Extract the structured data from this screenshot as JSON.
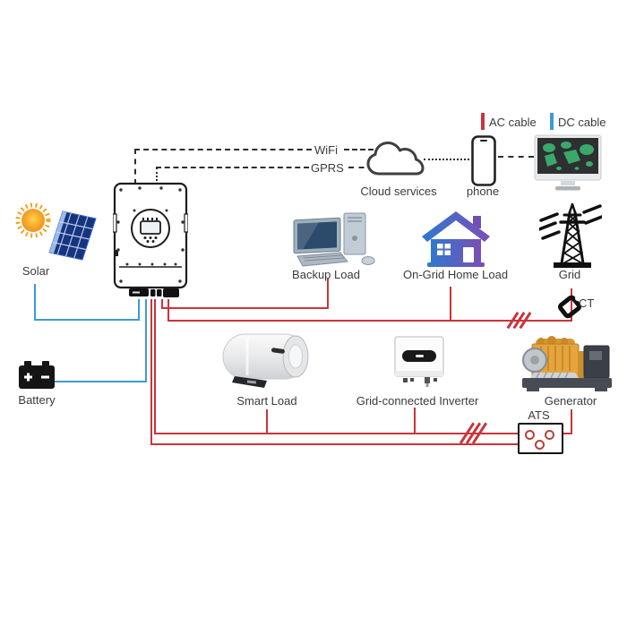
{
  "legend": {
    "ac_label": "AC cable",
    "dc_label": "DC cable"
  },
  "connectivity": {
    "wifi": "WiFi",
    "gprs": "GPRS",
    "cloud": "Cloud services",
    "phone": "phone"
  },
  "nodes": {
    "solar": "Solar",
    "battery": "Battery",
    "backup_load": "Backup Load",
    "ongrid_home_load": "On-Grid Home Load",
    "grid": "Grid",
    "ct": "CT",
    "smart_load": "Smart Load",
    "grid_connected_inverter": "Grid-connected Inverter",
    "generator": "Generator",
    "ats": "ATS"
  },
  "colors": {
    "ac_cable": "#c9353a",
    "dc_cable": "#3c9bd2",
    "dashed_line": "#2e2e2e",
    "house_gradient_start": "#2f78cf",
    "house_gradient_end": "#7a4fb5",
    "map_green": "#39a96b",
    "sun_orange": "#f5a428",
    "panel_blue": "#16357f",
    "generator_yellow": "#e5a43c"
  }
}
